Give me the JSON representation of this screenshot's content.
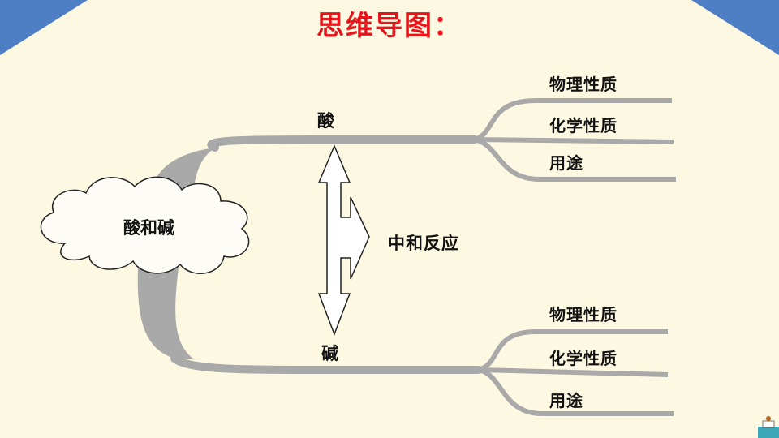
{
  "title": "思维导图：",
  "center_node": "酸和碱",
  "acid": {
    "label": "酸",
    "leaves": [
      "物理性质",
      "化学性质",
      "用途"
    ]
  },
  "base": {
    "label": "碱",
    "leaves": [
      "物理性质",
      "化学性质",
      "用途"
    ]
  },
  "reaction": "中和反应",
  "colors": {
    "background": "#fdf8e2",
    "corner": "#4e7fc4",
    "title": "#e8141b",
    "branch": "#a9a9a9",
    "outline": "#222222"
  },
  "icons": {
    "bottom_right": "teacher-desk-icon"
  }
}
